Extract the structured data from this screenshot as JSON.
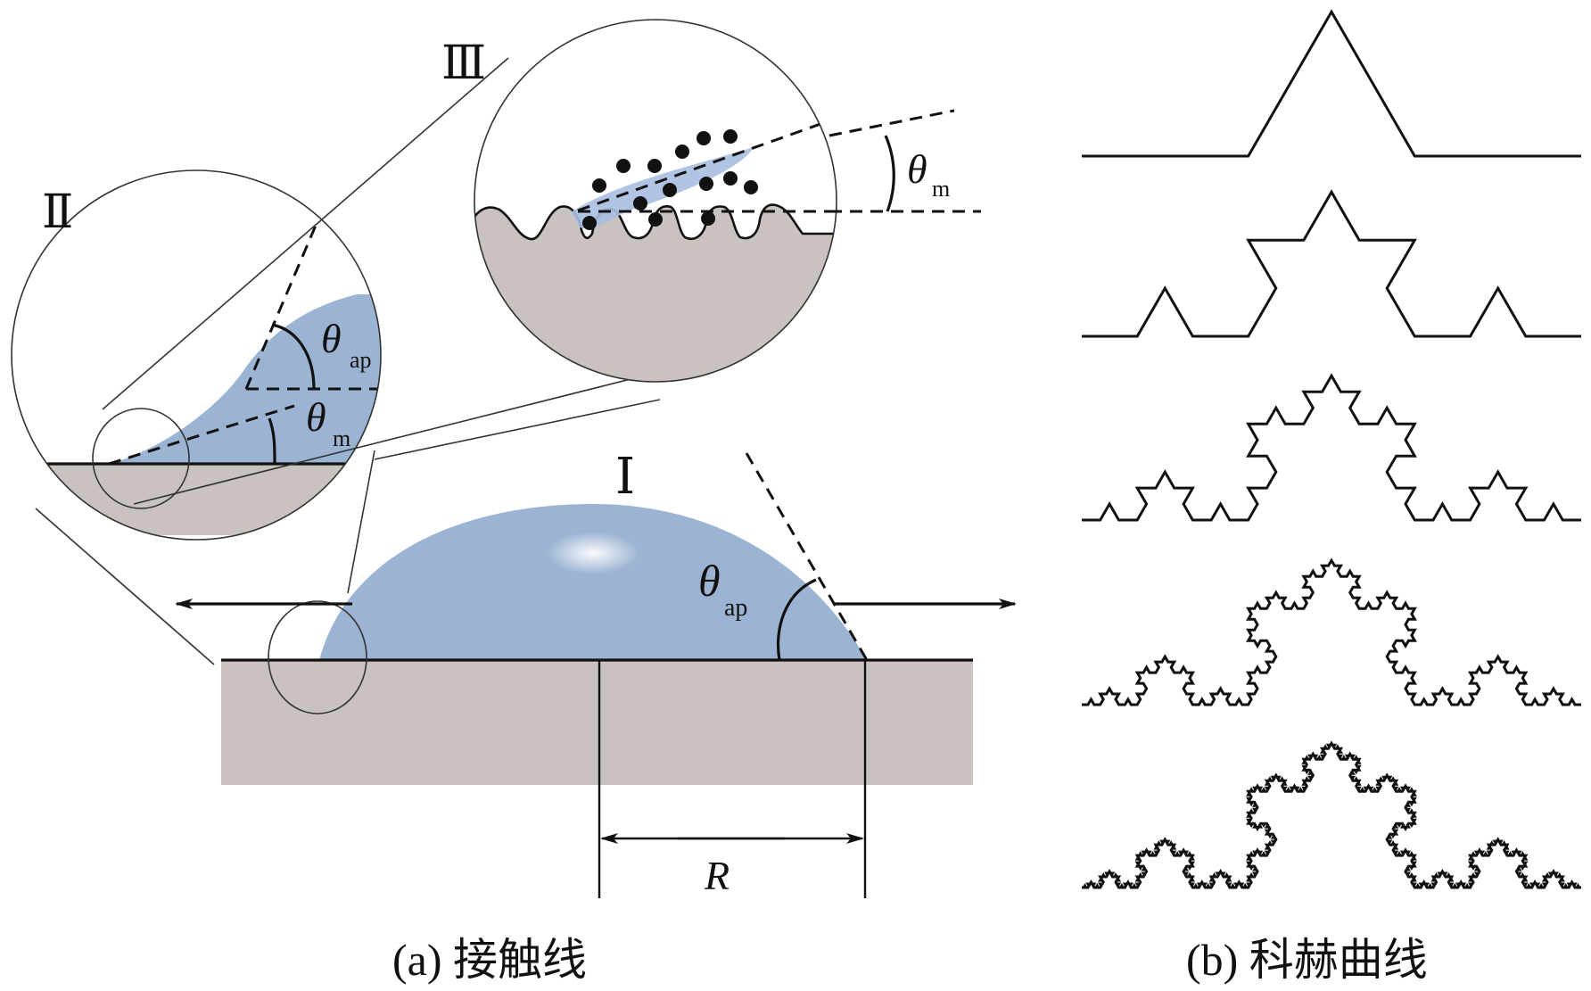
{
  "panel_a": {
    "caption": "(a) 接触线",
    "labels": {
      "region_I": "Ⅰ",
      "region_II": "Ⅱ",
      "region_III": "Ⅲ",
      "theta": "θ",
      "sub_ap": "ap",
      "sub_m": "m",
      "radius": "R"
    },
    "colors": {
      "droplet": "#9bb4d3",
      "substrate": "#c9c2bf",
      "line": "#111111"
    }
  },
  "panel_b": {
    "caption": "(b) 科赫曲线",
    "iterations": [
      1,
      2,
      3,
      4,
      5
    ]
  }
}
